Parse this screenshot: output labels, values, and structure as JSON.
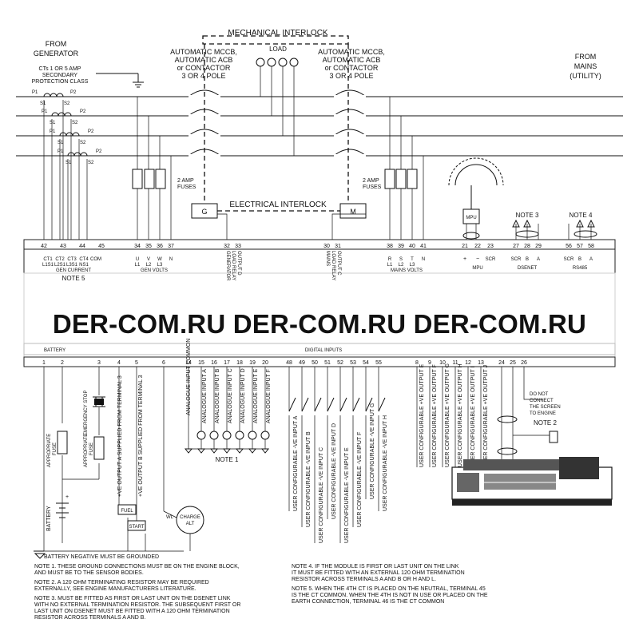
{
  "generator": {
    "heading_from": "FROM",
    "heading_source": "GENERATOR",
    "ct_note_1": "CTs 1 OR 5 AMP",
    "ct_note_2": "SECONDARY",
    "ct_note_3": "PROTECTION CLASS",
    "ct_labels": [
      {
        "p1": "P1",
        "p2": "P2",
        "s1": "S1",
        "s2": "S2"
      },
      {
        "p1": "P1",
        "p2": "P2",
        "s1": "S1",
        "s2": "S2"
      },
      {
        "p1": "P1",
        "p2": "P2",
        "s1": "S1",
        "s2": "S2"
      },
      {
        "p1": "P1",
        "p2": "P2",
        "s1": "S1",
        "s2": "S2"
      }
    ]
  },
  "mains": {
    "heading_from": "FROM",
    "heading_source": "MAINS",
    "heading_sub": "(UTILITY)"
  },
  "breakers": {
    "mechanical_interlock": "MECHANICAL INTERLOCK",
    "electrical_interlock": "ELECTRICAL INTERLOCK",
    "load": "LOAD",
    "gen_lines": [
      "AUTOMATIC MCCB,",
      "AUTOMATIC ACB",
      "or CONTACTOR",
      "3 OR 4 POLE"
    ],
    "mains_lines": [
      "AUTOMATIC MCCB,",
      "AUTOMATIC ACB",
      "or CONTACTOR",
      "3 OR 4 POLE"
    ],
    "gen_coil": "G",
    "mains_coil": "M",
    "fuses_left": [
      "2 AMP",
      "FUSES"
    ],
    "fuses_right": [
      "2 AMP",
      "FUSES"
    ]
  },
  "top_terminals": {
    "ct": {
      "numbers": [
        "42",
        "43",
        "44",
        "45"
      ],
      "names": [
        "CT1",
        "CT2",
        "CT3",
        "CT4",
        "COM"
      ],
      "sub": [
        "L1S1",
        "L2S1",
        "L3S1",
        "NS1"
      ],
      "group": "GEN CURRENT"
    },
    "gen_volts": {
      "numbers": [
        "34",
        "35",
        "36",
        "37"
      ],
      "names": [
        "U",
        "V",
        "W",
        "N"
      ],
      "sub": [
        "L1",
        "L2",
        "L3"
      ],
      "group": "GEN VOLTS"
    },
    "gen_relay": {
      "numbers": [
        "32",
        "33"
      ],
      "lines": [
        "GENERATOR",
        "LOAD RELAY",
        "OUTPUT D"
      ]
    },
    "mains_relay": {
      "numbers": [
        "30",
        "31"
      ],
      "lines": [
        "MAINS",
        "LOAD RELAY",
        "OUTPUT C"
      ]
    },
    "mains_volts": {
      "numbers": [
        "38",
        "39",
        "40",
        "41"
      ],
      "names": [
        "R",
        "S",
        "T",
        "N"
      ],
      "sub": [
        "L1",
        "L2",
        "L3"
      ],
      "group": "MAINS VOLTS"
    },
    "mpu": {
      "numbers": [
        "21",
        "22",
        "23"
      ],
      "names": [
        "+",
        "−",
        "SCR"
      ],
      "group": "MPU"
    },
    "dsenet": {
      "numbers": [
        "27",
        "28",
        "29"
      ],
      "names": [
        "SCR",
        "B",
        "A"
      ],
      "group": "DSENET"
    },
    "rs485": {
      "numbers": [
        "56",
        "57",
        "58"
      ],
      "names": [
        "SCR",
        "B",
        "A"
      ],
      "group": "RS485"
    },
    "note5": "NOTE 5",
    "note3": "NOTE 3",
    "note4": "NOTE 4",
    "mpu_label": "MPU"
  },
  "bottom_terminals": {
    "numbers_left": [
      "1",
      "2",
      "3",
      "4",
      "5",
      "6",
      "14",
      "15",
      "16",
      "17",
      "18",
      "19",
      "20"
    ],
    "numbers_inputs": [
      "48",
      "49",
      "50",
      "51",
      "52",
      "53",
      "54",
      "55"
    ],
    "numbers_outputs": [
      "8",
      "9",
      "10",
      "11",
      "12",
      "13"
    ],
    "numbers_can": [
      "24",
      "25",
      "26"
    ],
    "battery_band": "BATTERY",
    "inputs_band": "DIGITAL INPUTS"
  },
  "lower": {
    "appropriate_fuse_1": "APPROPRIATE",
    "fuse_word_1": "FUSE",
    "appropriate_fuse_2": "APPROPRIATE",
    "fuse_word_2": "FUSE",
    "emergency_stop": "EMERGENCY STOP",
    "output_a": "+VE OUTPUT A SUPPLIED FROM TERMINAL 3",
    "output_b": "+VE OUTPUT B SUPPLIED FROM TERMINAL 3",
    "battery": "BATTERY",
    "fuel": "FUEL",
    "start": "START",
    "charge_1": "CHARGE",
    "charge_2": "ALT",
    "wl": "WL",
    "analogue_common": "ANALOGUE INPUT COMMON",
    "analogue": [
      "ANALOGUE INPUT A",
      "ANALOGUE INPUT B",
      "ANALOGUE INPUT C",
      "ANALOGUE INPUT D",
      "ANALOGUE INPUT E",
      "ANALOGUE INPUT F"
    ],
    "note1_label": "NOTE 1",
    "digital_inputs": [
      "USER CONFIGURABLE -VE INPUT A",
      "USER CONFIGURABLE -VE INPUT B",
      "USER CONFIGURABLE -VE INPUT C",
      "USER CONFIGURABLE -VE INPUT D",
      "USER CONFIGURABLE -VE INPUT E",
      "USER CONFIGURABLE -VE INPUT F",
      "USER CONFIGURABLE -VE INPUT G",
      "USER CONFIGURABLE -VE INPUT H"
    ],
    "outputs": [
      "USER CONFIGURABLE +VE OUTPUT E",
      "USER CONFIGURABLE +VE OUTPUT F",
      "USER CONFIGURABLE +VE OUTPUT G",
      "USER CONFIGURABLE +VE OUTPUT H",
      "USER CONFIGURABLE +VE OUTPUT I",
      "USER CONFIGURABLE +VE OUTPUT J"
    ],
    "screen_note": [
      "DO NOT",
      "CONNECT",
      "THE SCREEN",
      "TO ENGINE"
    ],
    "note2_label": "NOTE 2"
  },
  "notes": {
    "ground": "BATTERY NEGATIVE MUST BE GROUNDED",
    "note1": [
      "NOTE 1. THESE GROUND CONNECTIONS MUST BE ON THE ENGINE BLOCK,",
      "AND MUST BE TO THE SENSOR BODIES."
    ],
    "note2": [
      "NOTE 2. A 120 OHM TERMINATING RESISTOR MAY BE REQUIRED",
      "EXTERNALLY, SEE ENGINE MANUFACTURERS LITERATURE."
    ],
    "note3": [
      "NOTE 3. MUST BE FITTED AS FIRST OR LAST UNIT ON THE DSENET LINK",
      "WITH NO EXTERNAL TERMINATION RESISTOR. THE SUBSEQUENT FIRST OR",
      "LAST UNIT ON DSENET MUST BE FITTED WITH A 120 OHM TERMINATION",
      "RESISTOR ACROSS TERMINALS A AND B."
    ],
    "note4": [
      "NOTE 4. IF THE MODULE IS FIRST OR LAST UNIT ON THE LINK",
      "IT MUST BE FITTED WITH AN EXTERNAL 120 OHM TERMINATION",
      "RESISTOR ACROSS TERMINALS A AND B OR H AND L."
    ],
    "note5": [
      "NOTE 5. WHEN THE 4TH CT IS PLACED ON THE NEUTRAL, TERMINAL 45",
      "IS THE CT COMMON. WHEN THE 4TH IS NOT IN USE OR PLACED ON THE",
      "EARTH CONNECTION, TERMINAL 46 IS THE CT COMMON"
    ]
  },
  "watermark": "DER-COM.RU DER-COM.RU DER-COM.RU"
}
